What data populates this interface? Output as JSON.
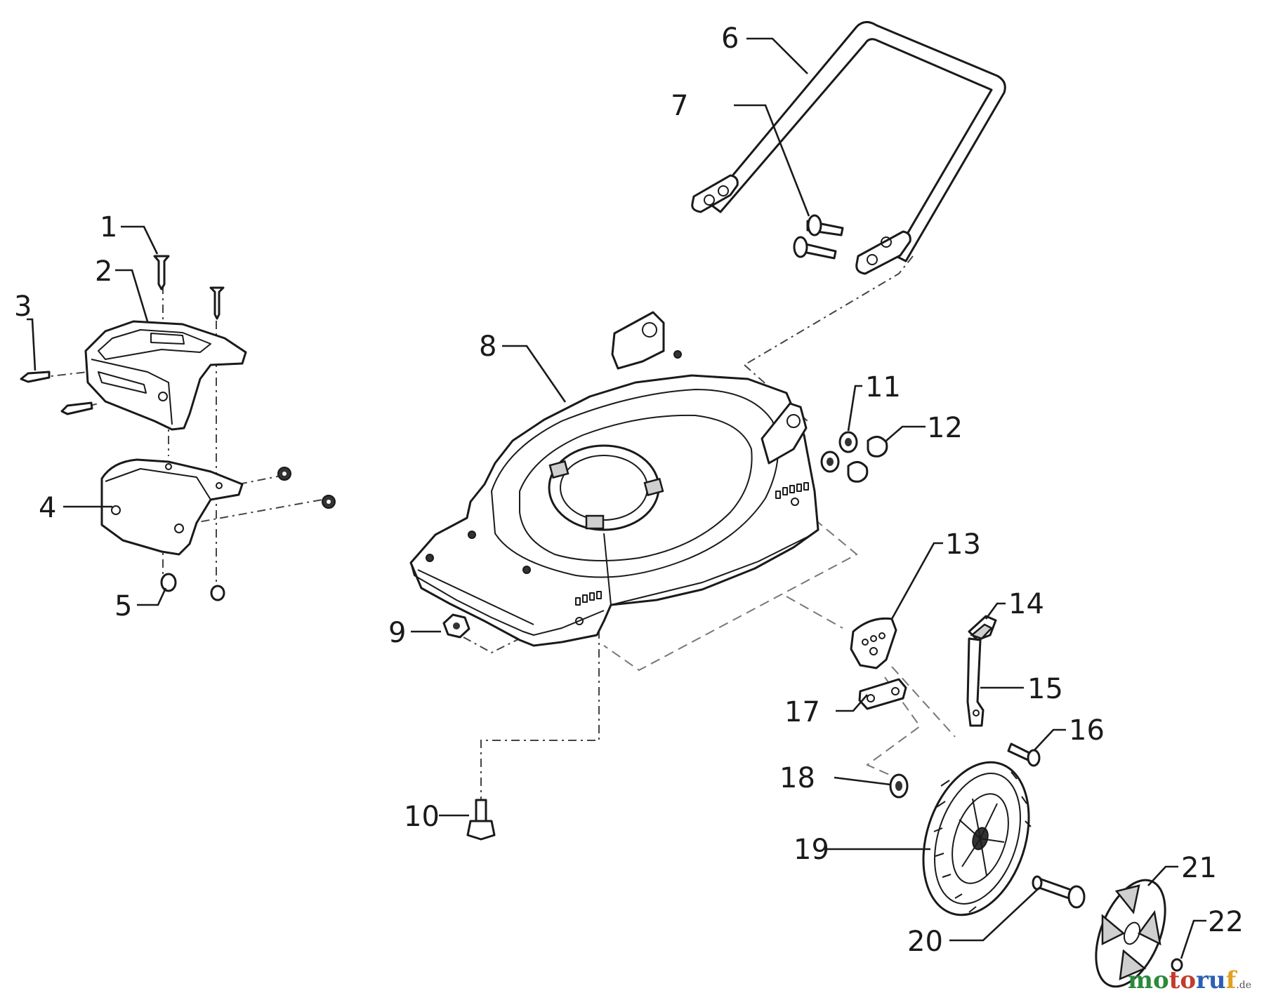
{
  "labels": [
    "1",
    "2",
    "3",
    "4",
    "5",
    "6",
    "7",
    "8",
    "9",
    "10",
    "11",
    "12",
    "13",
    "14",
    "15",
    "16",
    "17",
    "18",
    "19",
    "20",
    "21",
    "22"
  ],
  "watermark": {
    "p1": "mo",
    "p2": "to",
    "p3": "ru",
    "p4": "f",
    "tld": ".de"
  }
}
